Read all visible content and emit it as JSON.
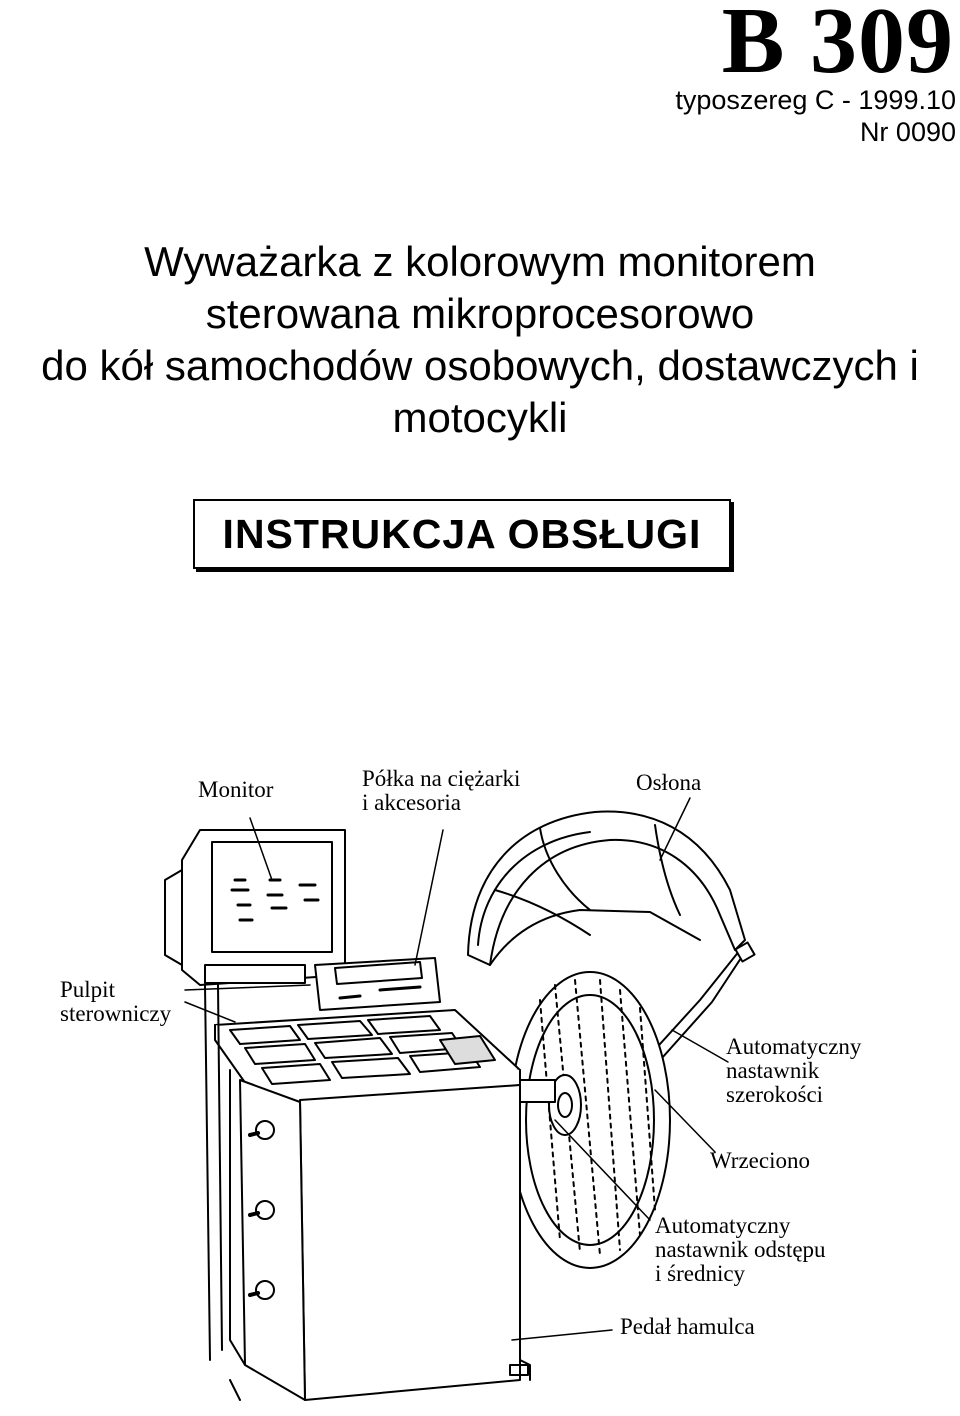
{
  "header": {
    "model": "B 309",
    "series": "typoszereg C - 1999.10",
    "number": "Nr 0090"
  },
  "title": {
    "line1": "Wyważarka z kolorowym monitorem",
    "line2": "sterowana mikroprocesorowo",
    "line3": "do kół samochodów osobowych, dostawczych i",
    "line4": "motocykli"
  },
  "manual_label": "INSTRUKCJA OBSŁUGI",
  "diagram": {
    "labels": {
      "monitor": "Monitor",
      "shelf_line1": "Półka na ciężarki",
      "shelf_line2": "i akcesoria",
      "guard": "Osłona",
      "panel_line1": "Pulpit",
      "panel_line2": "sterowniczy",
      "width_line1": "Automatyczny",
      "width_line2": "nastawnik",
      "width_line3": "szerokości",
      "spindle": "Wrzeciono",
      "dist_line1": "Automatyczny",
      "dist_line2": "nastawnik odstępu",
      "dist_line3": "i średnicy",
      "brake": "Pedał hamulca"
    }
  }
}
